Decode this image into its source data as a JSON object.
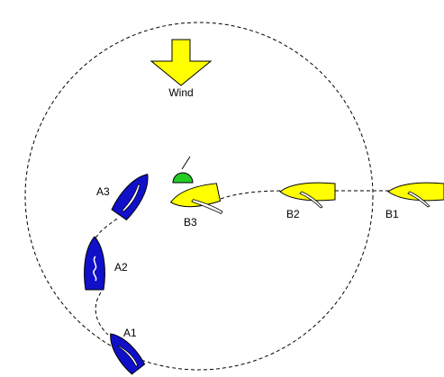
{
  "wind": {
    "label": "Wind"
  },
  "boats": [
    {
      "id": "A1",
      "label": "A1",
      "team": "A"
    },
    {
      "id": "A2",
      "label": "A2",
      "team": "A"
    },
    {
      "id": "A3",
      "label": "A3",
      "team": "A"
    },
    {
      "id": "B1",
      "label": "B1",
      "team": "B"
    },
    {
      "id": "B2",
      "label": "B2",
      "team": "B"
    },
    {
      "id": "B3",
      "label": "B3",
      "team": "B"
    }
  ],
  "colors": {
    "team_a_hull": "#1010c8",
    "team_b_hull": "#ffff00",
    "wind_arrow": "#ffff00",
    "mark": "#22cc22",
    "outline": "#000000"
  }
}
